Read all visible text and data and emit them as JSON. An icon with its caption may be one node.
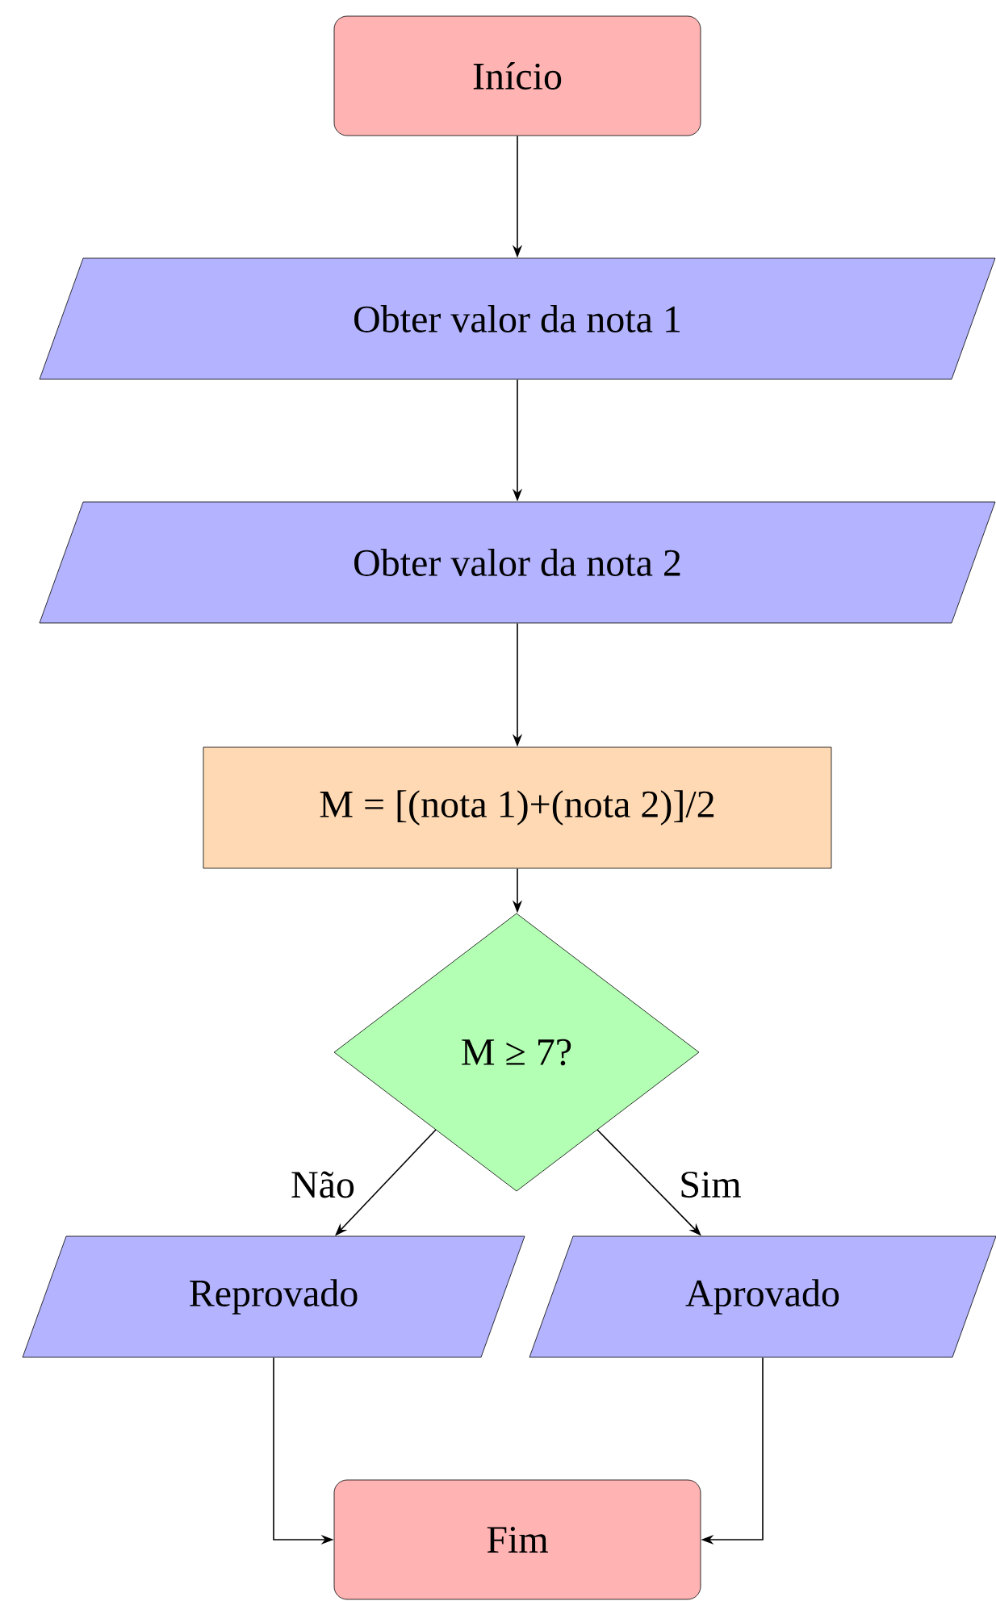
{
  "diagram": {
    "nodes": [
      {
        "text": [
          "Início"
        ]
      },
      {
        "text": [
          "Obter valor da nota 1"
        ]
      },
      {
        "text": [
          "Obter valor da nota 2"
        ]
      },
      {
        "text": [
          "M = [(nota 1)+(nota 2)]/2"
        ]
      },
      {
        "text": [
          "M ≥ 7?"
        ]
      },
      {
        "text": [
          "Reprovado"
        ]
      },
      {
        "text": [
          "Aprovado"
        ]
      },
      {
        "text": [
          "Fim"
        ]
      }
    ],
    "edges": [
      {
        "from": 0,
        "to": 1,
        "arrow": "to"
      },
      {
        "from": 1,
        "to": 2,
        "arrow": "to"
      },
      {
        "from": 2,
        "to": 3,
        "arrow": "to"
      },
      {
        "from": 3,
        "to": 4,
        "arrow": "to"
      },
      {
        "from": 4,
        "to": 5,
        "arrow": "to",
        "label": "Não"
      },
      {
        "from": 4,
        "to": 6,
        "arrow": "to",
        "label": "Sim"
      },
      {
        "from": 5,
        "to": 7,
        "arrow": "to"
      },
      {
        "from": 6,
        "to": 7,
        "arrow": "to"
      }
    ]
  }
}
